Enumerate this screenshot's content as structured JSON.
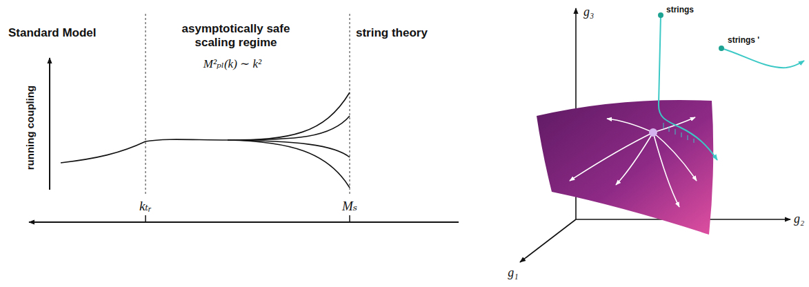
{
  "diagram": {
    "labels": [
      "Standard Model",
      "asymptotically safe scaling regime",
      "M²ₚₗ(k) ∼ k²",
      "string theory",
      "running coupling",
      "kₜᵣ",
      "Mₛ",
      "g₃",
      "g₂",
      "g₁",
      "strings",
      "strings '"
    ]
  }
}
